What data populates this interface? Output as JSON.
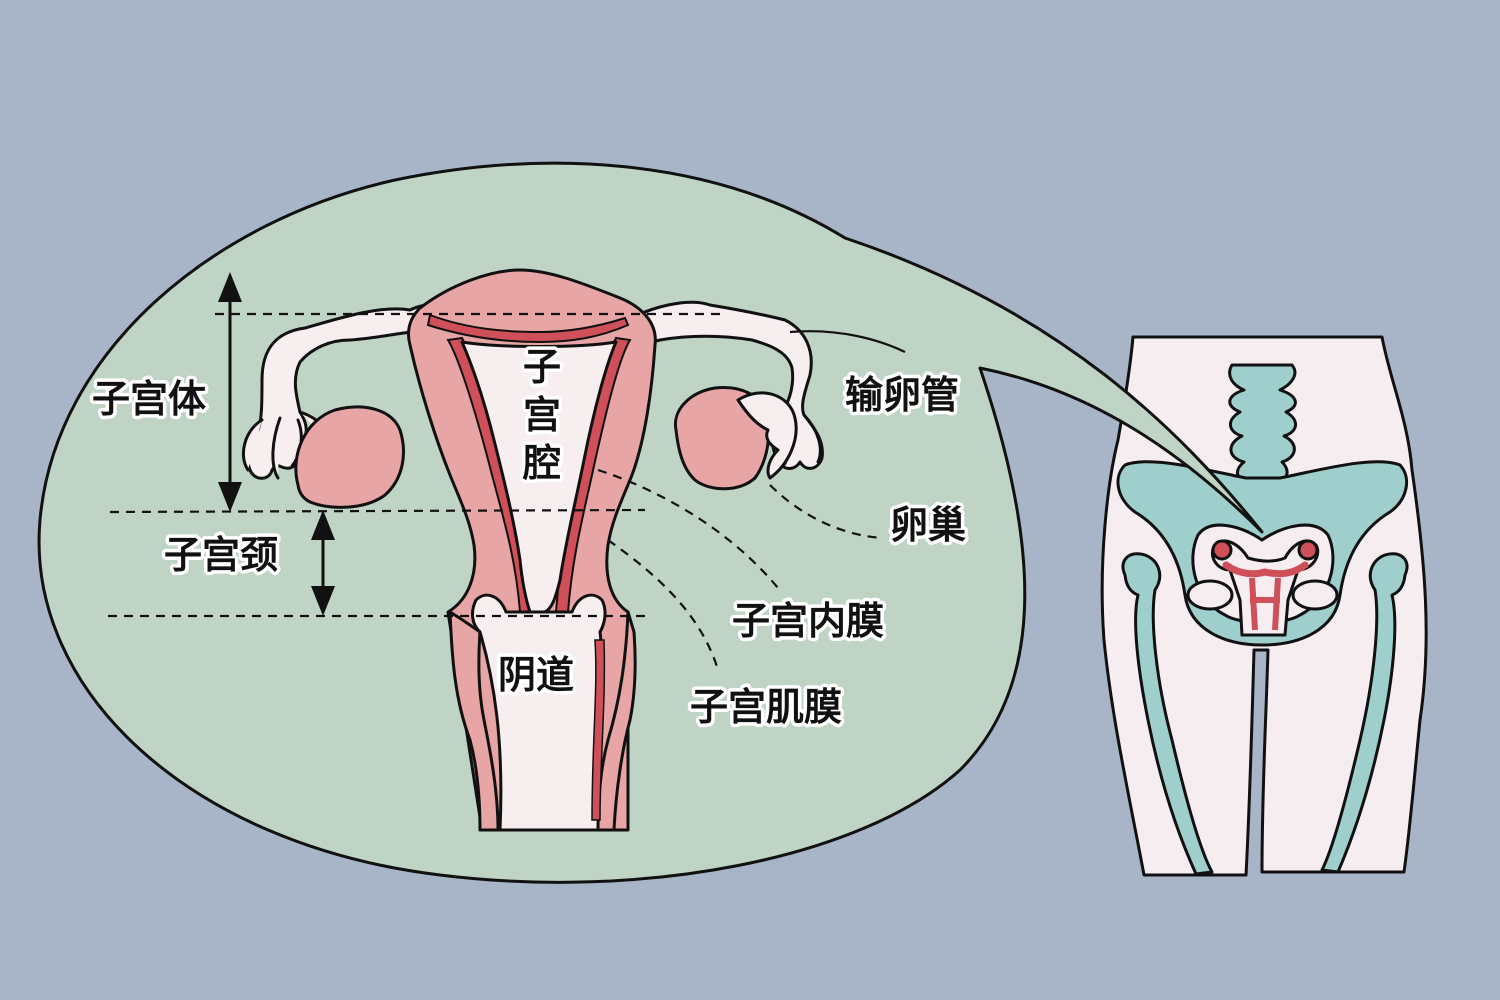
{
  "labels": {
    "uterine_body": "子宫体",
    "cervix": "子宫颈",
    "uterine_cavity": [
      "子",
      "宫",
      "腔"
    ],
    "vagina": "阴道",
    "fallopian_tube": "输卵管",
    "ovary": "卵巢",
    "endometrium": "子宫内膜",
    "myometrium": "子宫肌膜"
  },
  "colors": {
    "background": "#a8b4c7",
    "bubble": "#bfd4c4",
    "tissue_pink": "#e8a5a5",
    "tissue_red": "#cf5058",
    "tissue_light": "#f7eef0",
    "bone": "#9fcfcc",
    "body": "#f6edf0"
  }
}
